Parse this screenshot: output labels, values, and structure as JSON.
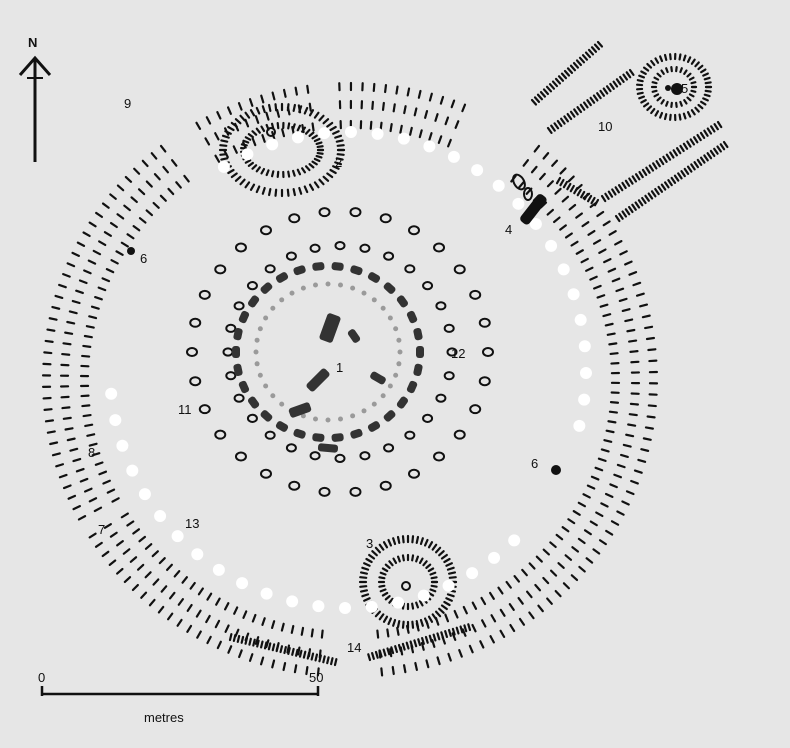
{
  "north_label": "N",
  "labels": {
    "l1": "1",
    "l2": "2",
    "l3": "3",
    "l4": "4",
    "l5": "5",
    "l6a": "6",
    "l6b": "6",
    "l7": "7",
    "l8": "8",
    "l9": "9",
    "l10": "10",
    "l11": "11",
    "l12": "12",
    "l13": "13",
    "l14": "14"
  },
  "scale": {
    "start": "0",
    "end": "50",
    "unit": "metres"
  },
  "colors": {
    "background": "#e6e6e6",
    "ink": "#111111",
    "sarsen": "#333333",
    "bluestone": "#9a9a9a",
    "aubrey_hole": "#ffffff"
  }
}
